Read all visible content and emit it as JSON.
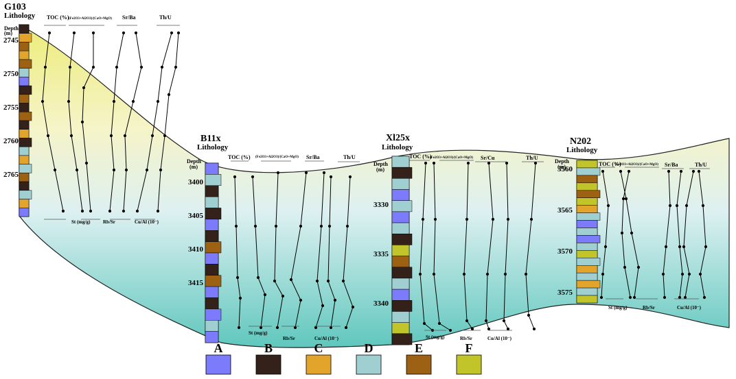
{
  "colors": {
    "A": "#7b7bfb",
    "B": "#33211a",
    "C": "#e2a42b",
    "D": "#9fcfd1",
    "E": "#9c6112",
    "F": "#c2c52a",
    "band_yellow": "#ecec7a",
    "band_teal": "#5fc7bd"
  },
  "legend": [
    {
      "key": "A",
      "label": "A"
    },
    {
      "key": "B",
      "label": "B"
    },
    {
      "key": "C",
      "label": "C"
    },
    {
      "key": "D",
      "label": "D"
    },
    {
      "key": "E",
      "label": "E"
    },
    {
      "key": "F",
      "label": "F"
    }
  ],
  "wells": [
    {
      "name": "G103",
      "lithology_label": "Lithology",
      "depth_label": "Depth",
      "depth_unit": "(m)",
      "depth_ticks": [
        "2745",
        "2750",
        "2755",
        "2760",
        "2765"
      ],
      "top_headers": [
        "TOC (%)",
        "(Fe2O3+Al2O3)/(CaO+MgO)",
        "Sr/Ba",
        "Th/U"
      ],
      "bottom_headers": [
        "St (mg/g)",
        "Rb/Sr",
        "Cu/Al (10⁻)"
      ],
      "lithology_column": [
        {
          "rock": "B"
        },
        {
          "rock": "C"
        },
        {
          "rock": "E"
        },
        {
          "rock": "C"
        },
        {
          "rock": "E"
        },
        {
          "rock": "D"
        },
        {
          "rock": "A"
        },
        {
          "rock": "B"
        },
        {
          "rock": "E"
        },
        {
          "rock": "B"
        },
        {
          "rock": "E"
        },
        {
          "rock": "B"
        },
        {
          "rock": "C"
        },
        {
          "rock": "B"
        },
        {
          "rock": "D"
        },
        {
          "rock": "C"
        },
        {
          "rock": "D"
        },
        {
          "rock": "E"
        },
        {
          "rock": "B"
        },
        {
          "rock": "D"
        },
        {
          "rock": "C"
        },
        {
          "rock": "A"
        }
      ]
    },
    {
      "name": "B11x",
      "lithology_label": "Lithology",
      "depth_label": "Depth",
      "depth_unit": "(m)",
      "depth_ticks": [
        "3400",
        "3405",
        "3410",
        "3415"
      ],
      "top_headers": [
        "TOC (%)",
        "(Fe2O3+Al2O3)/(CaO+MgO)",
        "Sr/Ba",
        "Th/U"
      ],
      "bottom_headers": [
        "St (mg/g)",
        "Rb/Sr",
        "Cu/Al (10⁻)"
      ],
      "lithology_column": [
        {
          "rock": "A"
        },
        {
          "rock": "D"
        },
        {
          "rock": "B"
        },
        {
          "rock": "D"
        },
        {
          "rock": "B"
        },
        {
          "rock": "A"
        },
        {
          "rock": "B"
        },
        {
          "rock": "E"
        },
        {
          "rock": "A"
        },
        {
          "rock": "B"
        },
        {
          "rock": "E"
        },
        {
          "rock": "A"
        },
        {
          "rock": "B"
        },
        {
          "rock": "A"
        },
        {
          "rock": "D"
        },
        {
          "rock": "A"
        }
      ]
    },
    {
      "name": "Xl25x",
      "lithology_label": "Lithology",
      "depth_label": "Depth",
      "depth_unit": "(m)",
      "depth_ticks": [
        "3330",
        "3335",
        "3340"
      ],
      "top_headers": [
        "TOC (%)",
        "(Fe2O3+Al2O3)/(CaO+MgO)",
        "Sr/Cu",
        "Th/U"
      ],
      "bottom_headers": [
        "St (mg/g)",
        "Rb/Sr",
        "Cu/Al (10⁻)"
      ],
      "lithology_column": [
        {
          "rock": "D"
        },
        {
          "rock": "B"
        },
        {
          "rock": "D"
        },
        {
          "rock": "A"
        },
        {
          "rock": "D"
        },
        {
          "rock": "A"
        },
        {
          "rock": "D"
        },
        {
          "rock": "B"
        },
        {
          "rock": "F"
        },
        {
          "rock": "E"
        },
        {
          "rock": "B"
        },
        {
          "rock": "D"
        },
        {
          "rock": "A"
        },
        {
          "rock": "B"
        },
        {
          "rock": "D"
        },
        {
          "rock": "F"
        },
        {
          "rock": "B"
        }
      ]
    },
    {
      "name": "N202",
      "lithology_label": "Lithology",
      "depth_label": "Depth",
      "depth_unit": "(m)",
      "depth_ticks": [
        "3560",
        "3565",
        "3570",
        "3575"
      ],
      "top_headers": [
        "TOC (%)",
        "(Fe2O3+Al2O3)/(CaO+MgO)",
        "Sr/Ba",
        "Th/U"
      ],
      "bottom_headers": [
        "St (mg/g)",
        "Rb/Sr",
        "Cu/Al (10⁻)"
      ],
      "lithology_column": [
        {
          "rock": "F"
        },
        {
          "rock": "D"
        },
        {
          "rock": "E"
        },
        {
          "rock": "F"
        },
        {
          "rock": "E"
        },
        {
          "rock": "F"
        },
        {
          "rock": "C"
        },
        {
          "rock": "D"
        },
        {
          "rock": "A"
        },
        {
          "rock": "D"
        },
        {
          "rock": "A"
        },
        {
          "rock": "D"
        },
        {
          "rock": "F"
        },
        {
          "rock": "D"
        },
        {
          "rock": "C"
        },
        {
          "rock": "D"
        },
        {
          "rock": "C"
        },
        {
          "rock": "D"
        },
        {
          "rock": "F"
        }
      ]
    }
  ]
}
